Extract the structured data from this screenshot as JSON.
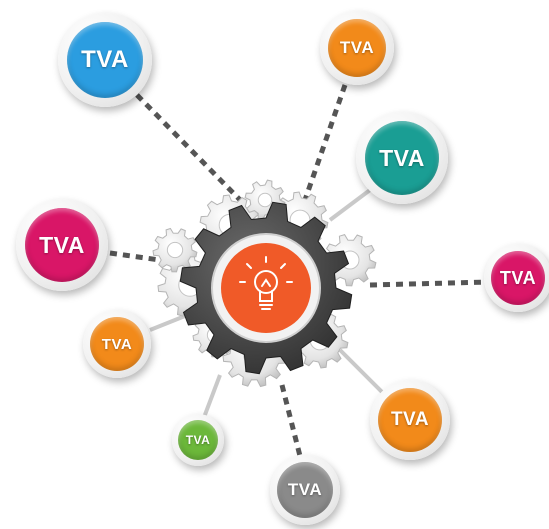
{
  "hub": {
    "icon": "lightbulb-icon",
    "color": "#f05a28"
  },
  "nodes": [
    {
      "label": "TVA",
      "color": "#2b9de0",
      "name": "node-blue"
    },
    {
      "label": "TVA",
      "color": "#f28a1a",
      "name": "node-orange-top"
    },
    {
      "label": "TVA",
      "color": "#1a9e94",
      "name": "node-teal"
    },
    {
      "label": "TVA",
      "color": "#d91667",
      "name": "node-magenta-left"
    },
    {
      "label": "TVA",
      "color": "#d91667",
      "name": "node-magenta-right"
    },
    {
      "label": "TVA",
      "color": "#f28a1a",
      "name": "node-orange-left"
    },
    {
      "label": "TVA",
      "color": "#f28a1a",
      "name": "node-orange-bottom"
    },
    {
      "label": "TVA",
      "color": "#6cb83a",
      "name": "node-green"
    },
    {
      "label": "TVA",
      "color": "#8a8a8a",
      "name": "node-gray"
    }
  ]
}
